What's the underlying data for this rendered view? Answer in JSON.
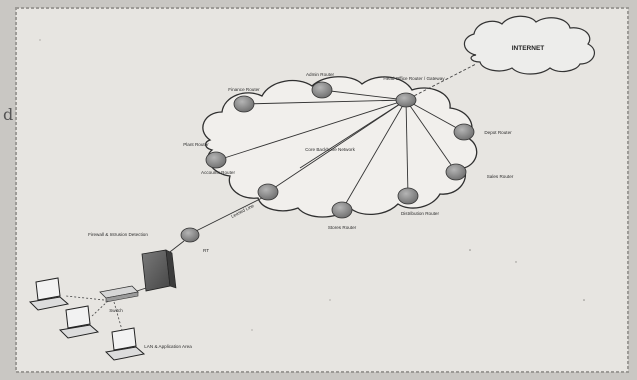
{
  "margin_mark": "d",
  "internet_cloud": {
    "label": "INTERNET"
  },
  "wan_cloud": {
    "label": "Core Backbone Network"
  },
  "routers": [
    {
      "id": "r-hub",
      "label": "Head Office Router / Gateway"
    },
    {
      "id": "r-top",
      "label": "Admin Router"
    },
    {
      "id": "r-topleft",
      "label": "Finance Router"
    },
    {
      "id": "r-left",
      "label": "Plant Router"
    },
    {
      "id": "r-access",
      "label": "Accounts Router"
    },
    {
      "id": "r-bottom1",
      "label": "Stores Router"
    },
    {
      "id": "r-bottom2",
      "label": "Distribution Router"
    },
    {
      "id": "r-right2",
      "label": "Sales Router"
    },
    {
      "id": "r-right1",
      "label": "Depot Router"
    }
  ],
  "access_link": {
    "label": "Leased Line"
  },
  "edge_router": {
    "label": "RT"
  },
  "firewall": {
    "label": "Firewall & Intrusion Detection"
  },
  "switch": {
    "label": "Switch"
  },
  "lan": {
    "label": "LAN & Application Area"
  },
  "colors": {
    "paper": "#e6e4e0",
    "line": "#3a3a3a",
    "router": "#8a8a8a",
    "firewall": "#5e5e5e"
  }
}
